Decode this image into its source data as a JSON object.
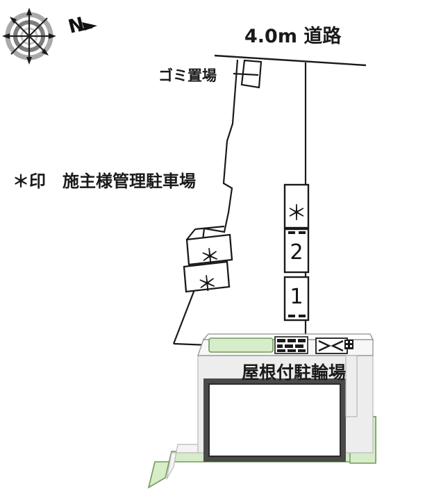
{
  "diagram": {
    "type": "site-plan",
    "title_visible": false,
    "orientation": {
      "compass_label": "N",
      "compass_icon": "compass-rose-icon",
      "north_arrow_direction": "northeast"
    },
    "labels": {
      "road": "4.0m 道路",
      "garbage_area": "ゴミ置場",
      "owner_parking_note": "＊印　施主様管理駐車場",
      "covered_bicycle_parking": "屋根付駐輪場"
    },
    "parking_stalls": [
      {
        "id": "stall-asterisk-upper-right",
        "label": "＊",
        "group": "right-column",
        "position": "top"
      },
      {
        "id": "stall-2",
        "label": "2",
        "group": "right-column",
        "position": "middle"
      },
      {
        "id": "stall-1",
        "label": "1",
        "group": "right-column",
        "position": "bottom"
      },
      {
        "id": "stall-asterisk-diagonal-upper",
        "label": "＊",
        "group": "diagonal",
        "position": "upper"
      },
      {
        "id": "stall-asterisk-diagonal-lower",
        "label": "＊",
        "group": "diagonal",
        "position": "lower"
      }
    ],
    "features": [
      {
        "name": "building",
        "kind": "apartment-block"
      },
      {
        "name": "lawn",
        "kind": "planting-green"
      },
      {
        "name": "bicycle-racks",
        "kind": "rack-array"
      },
      {
        "name": "entrance-stairs",
        "kind": "stair-symbol"
      },
      {
        "name": "site-boundary",
        "kind": "property-line"
      }
    ],
    "colors": {
      "line": "#1a1a1a",
      "building_wall": "#4a4a4a",
      "building_fill": "#ffffff",
      "lawn": "#d7ecc8",
      "lawn_stroke": "#7ea86a",
      "pavement": "#ececec",
      "gravel": "#f2f2f2",
      "compass": "#7a7a7a",
      "text": "#1a1a1a"
    }
  }
}
